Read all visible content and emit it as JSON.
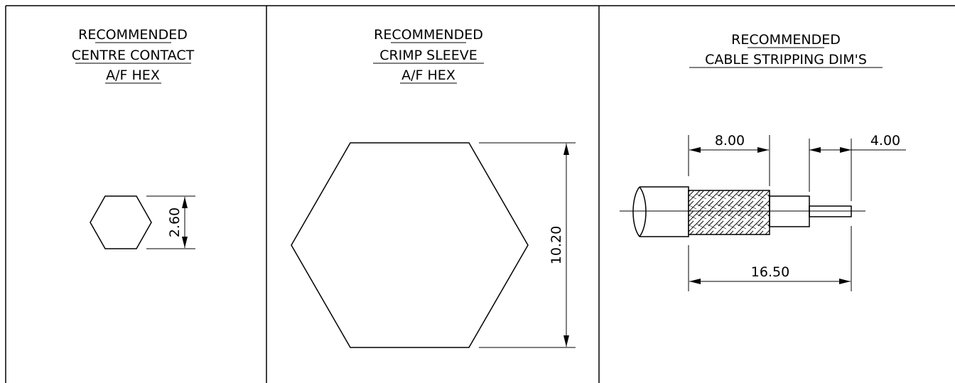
{
  "panels": [
    {
      "title_lines": [
        "RECOMMENDED",
        "CENTRE CONTACT",
        "A/F HEX"
      ],
      "dimension": "2.60"
    },
    {
      "title_lines": [
        "RECOMMENDED",
        "CRIMP SLEEVE",
        "A/F HEX"
      ],
      "dimension": "10.20"
    },
    {
      "title_lines": [
        "RECOMMENDED",
        "CABLE STRIPPING DIM'S"
      ],
      "dimensions": {
        "braid_length": "8.00",
        "conductor_length": "4.00",
        "overall_length": "16.50"
      }
    }
  ]
}
